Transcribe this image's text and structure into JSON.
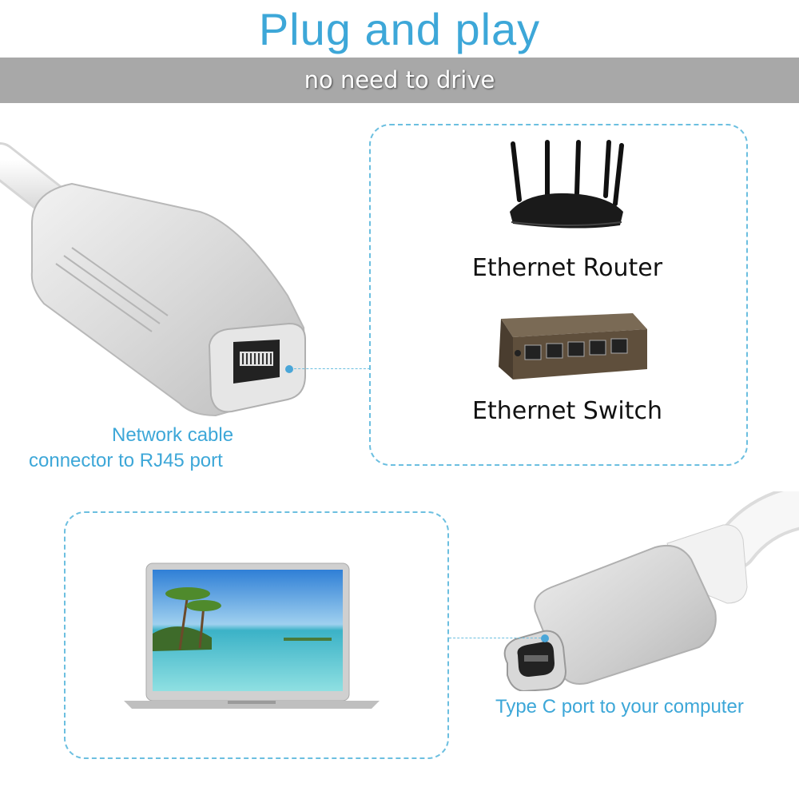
{
  "title": "Plug and play",
  "subtitle": "no need to drive",
  "devices": {
    "router_label": "Ethernet Router",
    "switch_label": "Ethernet Switch"
  },
  "callouts": {
    "rj45_line1": "Network cable",
    "rj45_line2": "connector to RJ45 port",
    "typec": "Type C port to your computer"
  },
  "colors": {
    "accent": "#3da7d8",
    "banner": "#a8a8a8",
    "dashed_border": "#6cbfe0"
  },
  "icons": [
    "ethernet-adapter-icon",
    "router-icon",
    "switch-icon",
    "laptop-icon",
    "usb-c-plug-icon"
  ]
}
